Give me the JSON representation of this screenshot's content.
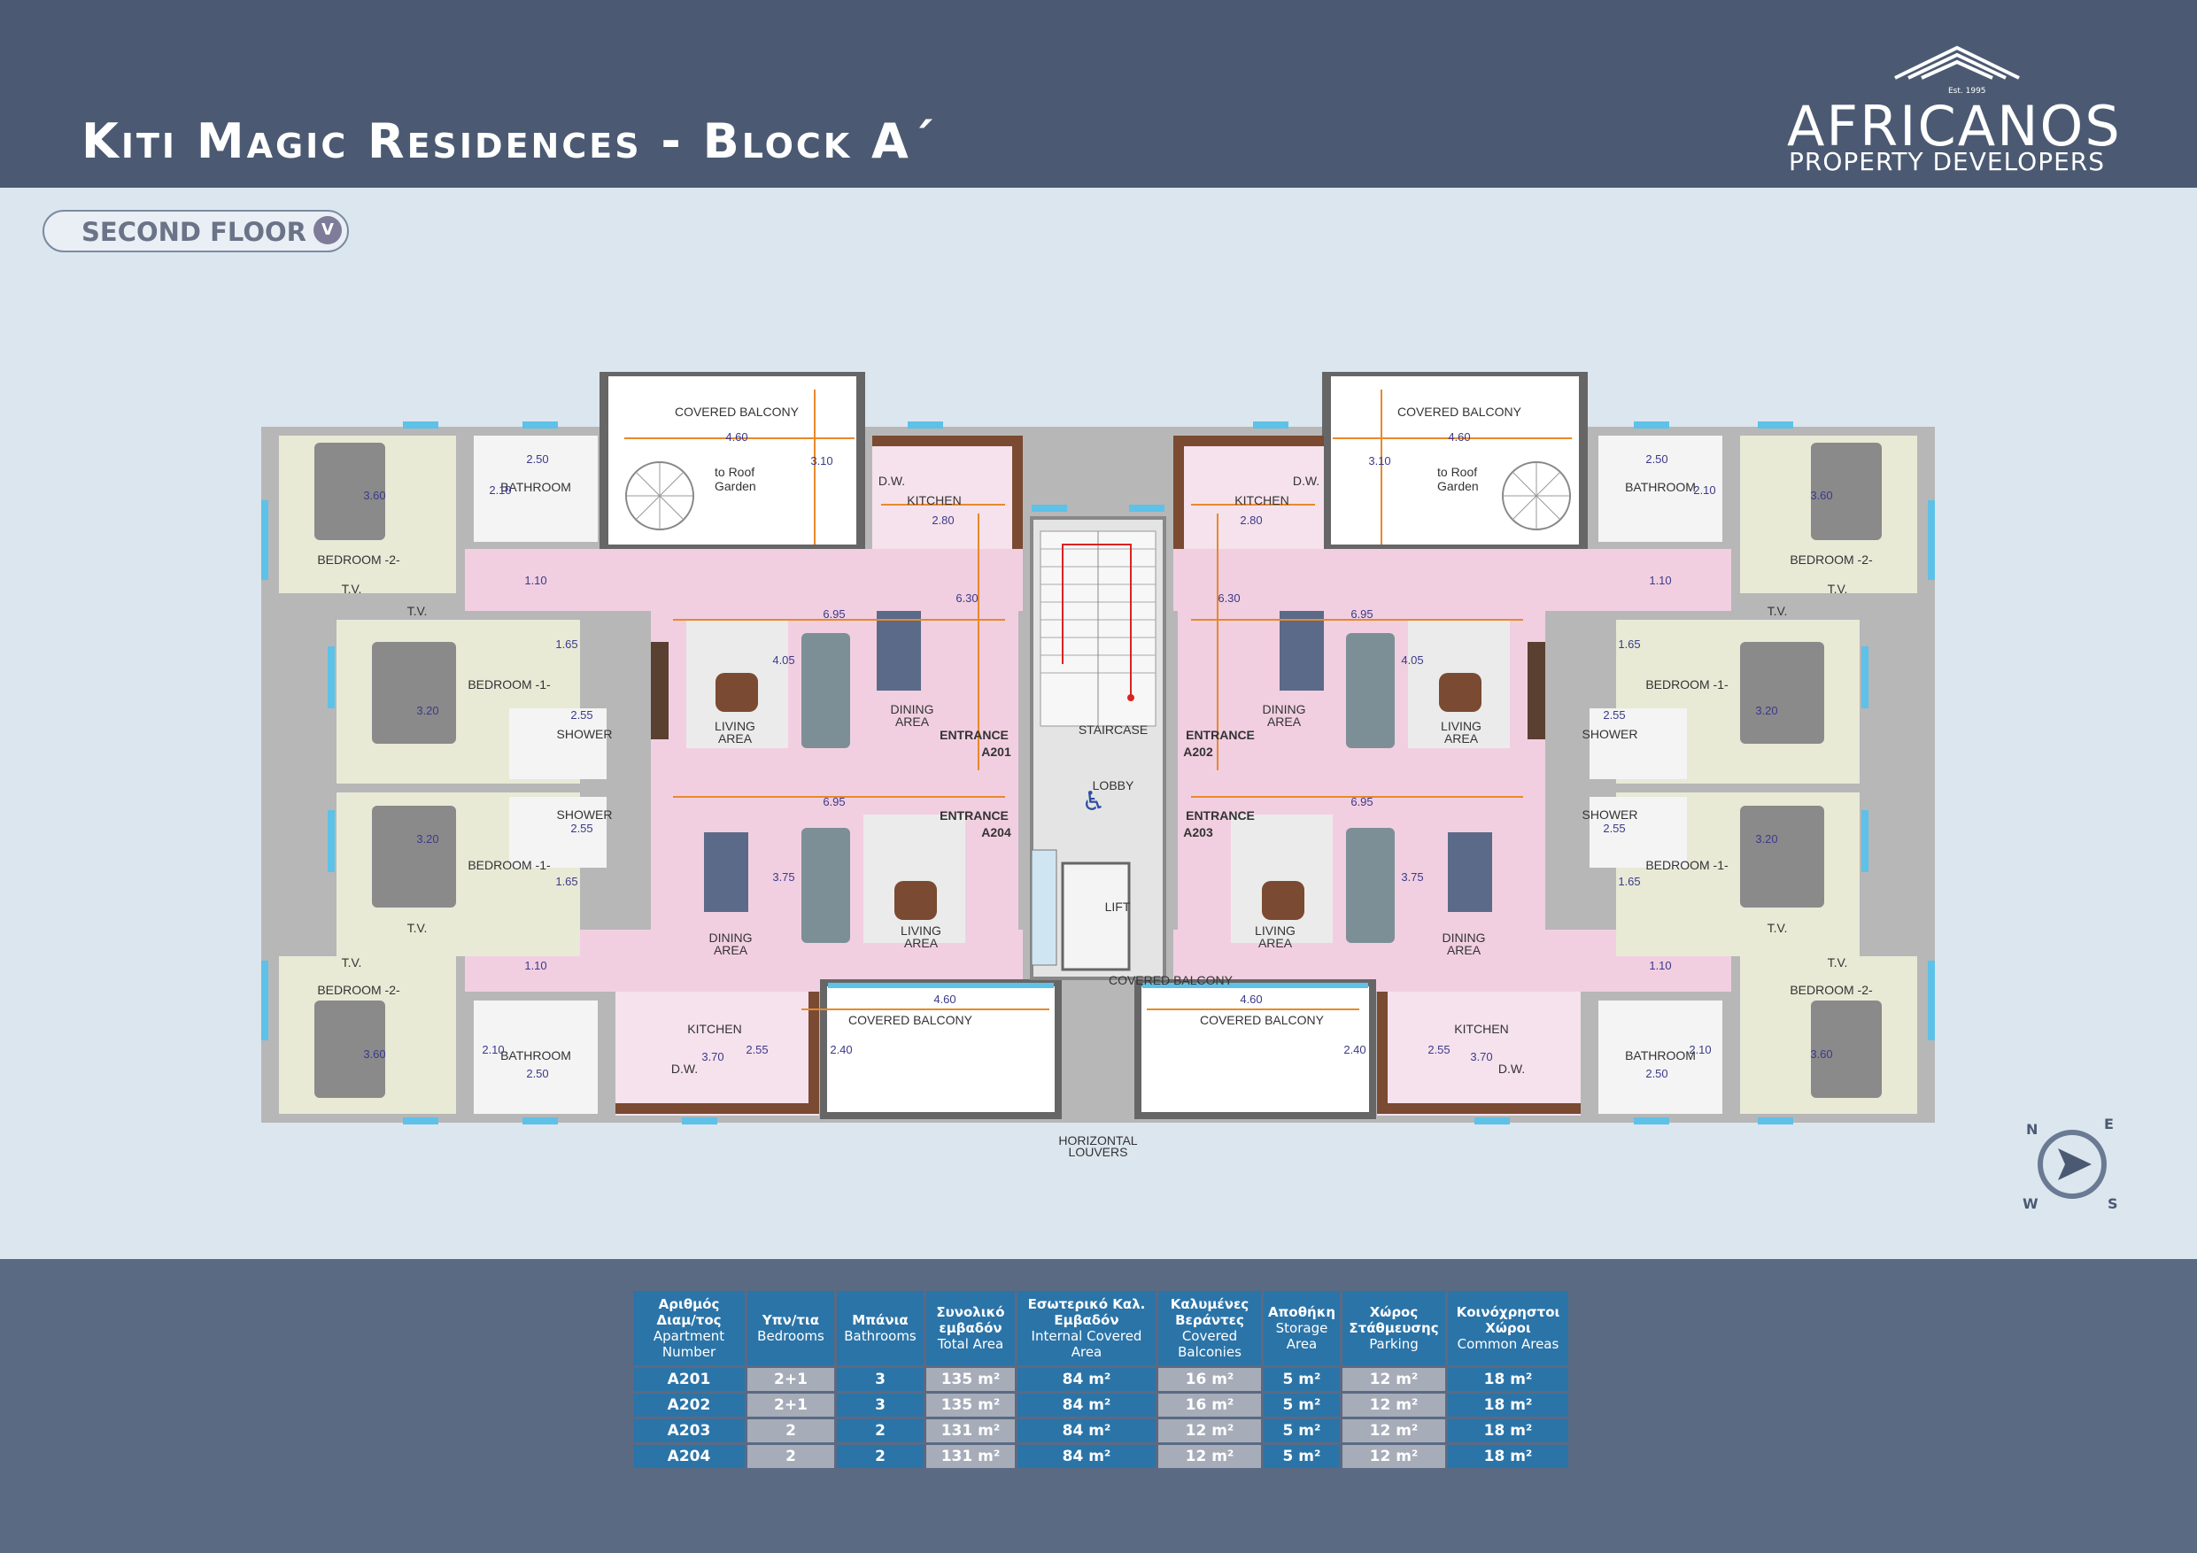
{
  "header": {
    "title": "Kiti Magic Residences - Block A΄",
    "logo_est": "Est. 1995",
    "logo_name": "AFRICANOS",
    "logo_sub": "PROPERTY DEVELOPERS"
  },
  "floor_selector": {
    "label": "SECOND FLOOR",
    "chevron": "V"
  },
  "plan": {
    "rooms": {
      "covered_balcony": "COVERED BALCONY",
      "to_roof_garden_1": "to Roof",
      "to_roof_garden_2": "Garden",
      "bathroom": "BATHROOM",
      "kitchen": "KITCHEN",
      "dw": "D.W.",
      "bedroom2": "BEDROOM -2-",
      "bedroom1": "BEDROOM -1-",
      "shower": "SHOWER",
      "living_1": "LIVING",
      "living_2": "AREA",
      "dining_1": "DINING",
      "dining_2": "AREA",
      "tv": "T.V.",
      "staircase": "STAIRCASE",
      "lobby": "LOBBY",
      "lift": "LIFT",
      "entrance": "ENTRANCE",
      "a201": "A201",
      "a202": "A202",
      "a203": "A203",
      "a204": "A204",
      "louvers_1": "HORIZONTAL",
      "louvers_2": "LOUVERS"
    },
    "dims": {
      "d460": "4.60",
      "d310": "3.10",
      "d250": "2.50",
      "d210": "2.10",
      "d360": "3.60",
      "d280": "2.80",
      "d630": "6.30",
      "d695": "6.95",
      "d405": "4.05",
      "d110": "1.10",
      "d165": "1.65",
      "d320": "3.20",
      "d255": "2.55",
      "d375": "3.75",
      "d370": "3.70",
      "d240": "2.40"
    }
  },
  "compass": {
    "n": "N",
    "e": "E",
    "s": "S",
    "w": "W"
  },
  "table": {
    "headers": [
      {
        "gr": "Αριθμός Διαμ/τος",
        "en": "Apartment Number"
      },
      {
        "gr": "Υπν/τια",
        "en": "Bedrooms"
      },
      {
        "gr": "Μπάνια",
        "en": "Bathrooms"
      },
      {
        "gr": "Συνολικό εμβαδόν",
        "en": "Total Area"
      },
      {
        "gr": "Εσωτερικό Καλ. Εμβαδόν",
        "en": "Internal Covered Area"
      },
      {
        "gr": "Καλυμένες Βεράντες",
        "en": "Covered Balconies"
      },
      {
        "gr": "Αποθήκη",
        "en": "Storage Area"
      },
      {
        "gr": "Χώρος Στάθμευσης",
        "en": "Parking"
      },
      {
        "gr": "Κοινόχρηστοι Χώροι",
        "en": "Common Areas"
      }
    ],
    "rows": [
      [
        "A201",
        "2+1",
        "3",
        "135 m²",
        "84 m²",
        "16 m²",
        "5 m²",
        "12 m²",
        "18 m²"
      ],
      [
        "A202",
        "2+1",
        "3",
        "135 m²",
        "84 m²",
        "16 m²",
        "5 m²",
        "12 m²",
        "18 m²"
      ],
      [
        "A203",
        "2",
        "2",
        "131 m²",
        "84 m²",
        "12 m²",
        "5 m²",
        "12 m²",
        "18 m²"
      ],
      [
        "A204",
        "2",
        "2",
        "131 m²",
        "84 m²",
        "12 m²",
        "5 m²",
        "12 m²",
        "18 m²"
      ]
    ]
  }
}
